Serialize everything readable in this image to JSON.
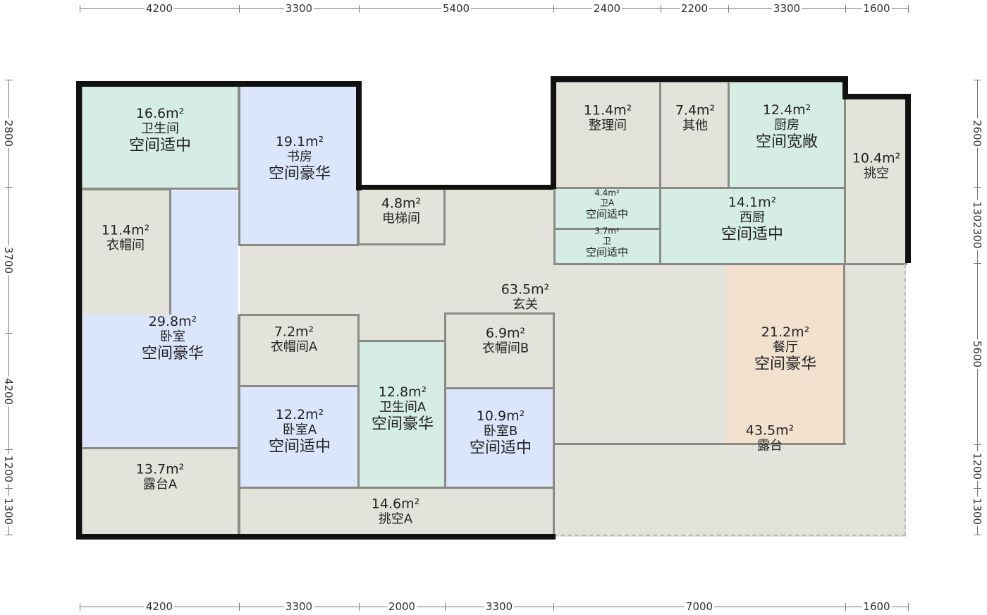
{
  "rooms": [
    {
      "area": "16.6m²",
      "name": "卫生间",
      "quality": "空间适中"
    },
    {
      "area": "19.1m²",
      "name": "书房",
      "quality": "空间豪华"
    },
    {
      "area": "4.8m²",
      "name": "电梯间"
    },
    {
      "area": "11.4m²",
      "name": "衣帽间"
    },
    {
      "area": "29.8m²",
      "name": "卧室",
      "quality": "空间豪华"
    },
    {
      "area": "63.5m²",
      "name": "玄关"
    },
    {
      "area": "7.2m²",
      "name": "衣帽间A"
    },
    {
      "area": "6.9m²",
      "name": "衣帽间B"
    },
    {
      "area": "12.2m²",
      "name": "卧室A",
      "quality": "空间适中"
    },
    {
      "area": "12.8m²",
      "name": "卫生间A",
      "quality": "空间豪华"
    },
    {
      "area": "10.9m²",
      "name": "卧室B",
      "quality": "空间适中"
    },
    {
      "area": "13.7m²",
      "name": "露台A"
    },
    {
      "area": "14.6m²",
      "name": "挑空A"
    },
    {
      "area": "11.4m²",
      "name": "整理间"
    },
    {
      "area": "7.4m²",
      "name": "其他"
    },
    {
      "area": "12.4m²",
      "name": "厨房",
      "quality": "空间宽敞"
    },
    {
      "area": "10.4m²",
      "name": "挑空"
    },
    {
      "area": "4.4m²",
      "name": "卫A",
      "quality": "空间适中"
    },
    {
      "area": "3.7m²",
      "name": "卫",
      "quality": "空间适中"
    },
    {
      "area": "14.1m²",
      "name": "西厨",
      "quality": "空间适中"
    },
    {
      "area": "21.2m²",
      "name": "餐厅",
      "quality": "空间豪华"
    },
    {
      "area": "43.5m²",
      "name": "露台"
    }
  ],
  "dimensions": {
    "top": [
      "4200",
      "3300",
      "5400",
      "2400",
      "2200",
      "3300",
      "1600"
    ],
    "bottom": [
      "4200",
      "3300",
      "2000",
      "3300",
      "7000",
      "1600"
    ],
    "left": [
      "2800",
      "3700",
      "4200",
      "1200",
      "1300"
    ],
    "right": [
      "2600",
      "1302300",
      "5600",
      "1200",
      "1300"
    ]
  },
  "colors": {
    "green": "#d6ede5",
    "blue": "#dbe5fb",
    "gray": "#e3e2db",
    "peach": "#f3e1d0",
    "wall": "#111111"
  }
}
